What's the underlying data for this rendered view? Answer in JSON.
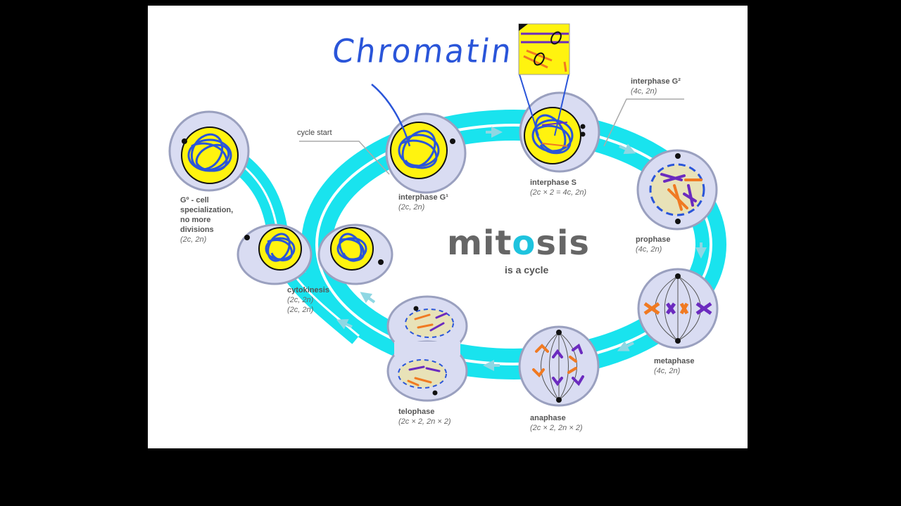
{
  "annotation": {
    "handwritten": "Chromatin"
  },
  "title": {
    "main_prefix": "mit",
    "main_o": "o",
    "main_suffix": "sis",
    "subtitle": "is a cycle"
  },
  "cycle_start": "cycle start",
  "stages": {
    "g0": {
      "name": "Gº - cell specialization, no more divisions",
      "line1": "Gº - cell",
      "line2": "specialization,",
      "line3": "no more",
      "line4": "divisions",
      "formula": "(2c, 2n)"
    },
    "g1": {
      "name": "interphase G¹",
      "formula": "(2c, 2n)"
    },
    "s": {
      "name": "interphase S",
      "formula": "(2c × 2 = 4c, 2n)"
    },
    "g2": {
      "name": "interphase G²",
      "formula": "(4c, 2n)"
    },
    "prophase": {
      "name": "prophase",
      "formula": "(4c, 2n)"
    },
    "metaphase": {
      "name": "metaphase",
      "formula": "(4c, 2n)"
    },
    "anaphase": {
      "name": "anaphase",
      "formula": "(2c × 2, 2n × 2)"
    },
    "telophase": {
      "name": "telophase",
      "formula": "(2c × 2, 2n × 2)"
    },
    "cytokinesis": {
      "name": "cytokinesis",
      "formula1": "(2c, 2n)",
      "formula2": "(2c, 2n)"
    }
  },
  "colors": {
    "track": "#19e3ee",
    "cell_fill": "#d9dcf2",
    "cell_stroke": "#9aa0bf",
    "nucleus": "#fff30f",
    "nucleus_late": "#e8e2b8",
    "chromatin": "#2a55d9",
    "chrom_orange": "#f07a22",
    "chrom_purple": "#6b2bbf",
    "ink": "#2a55d9"
  }
}
